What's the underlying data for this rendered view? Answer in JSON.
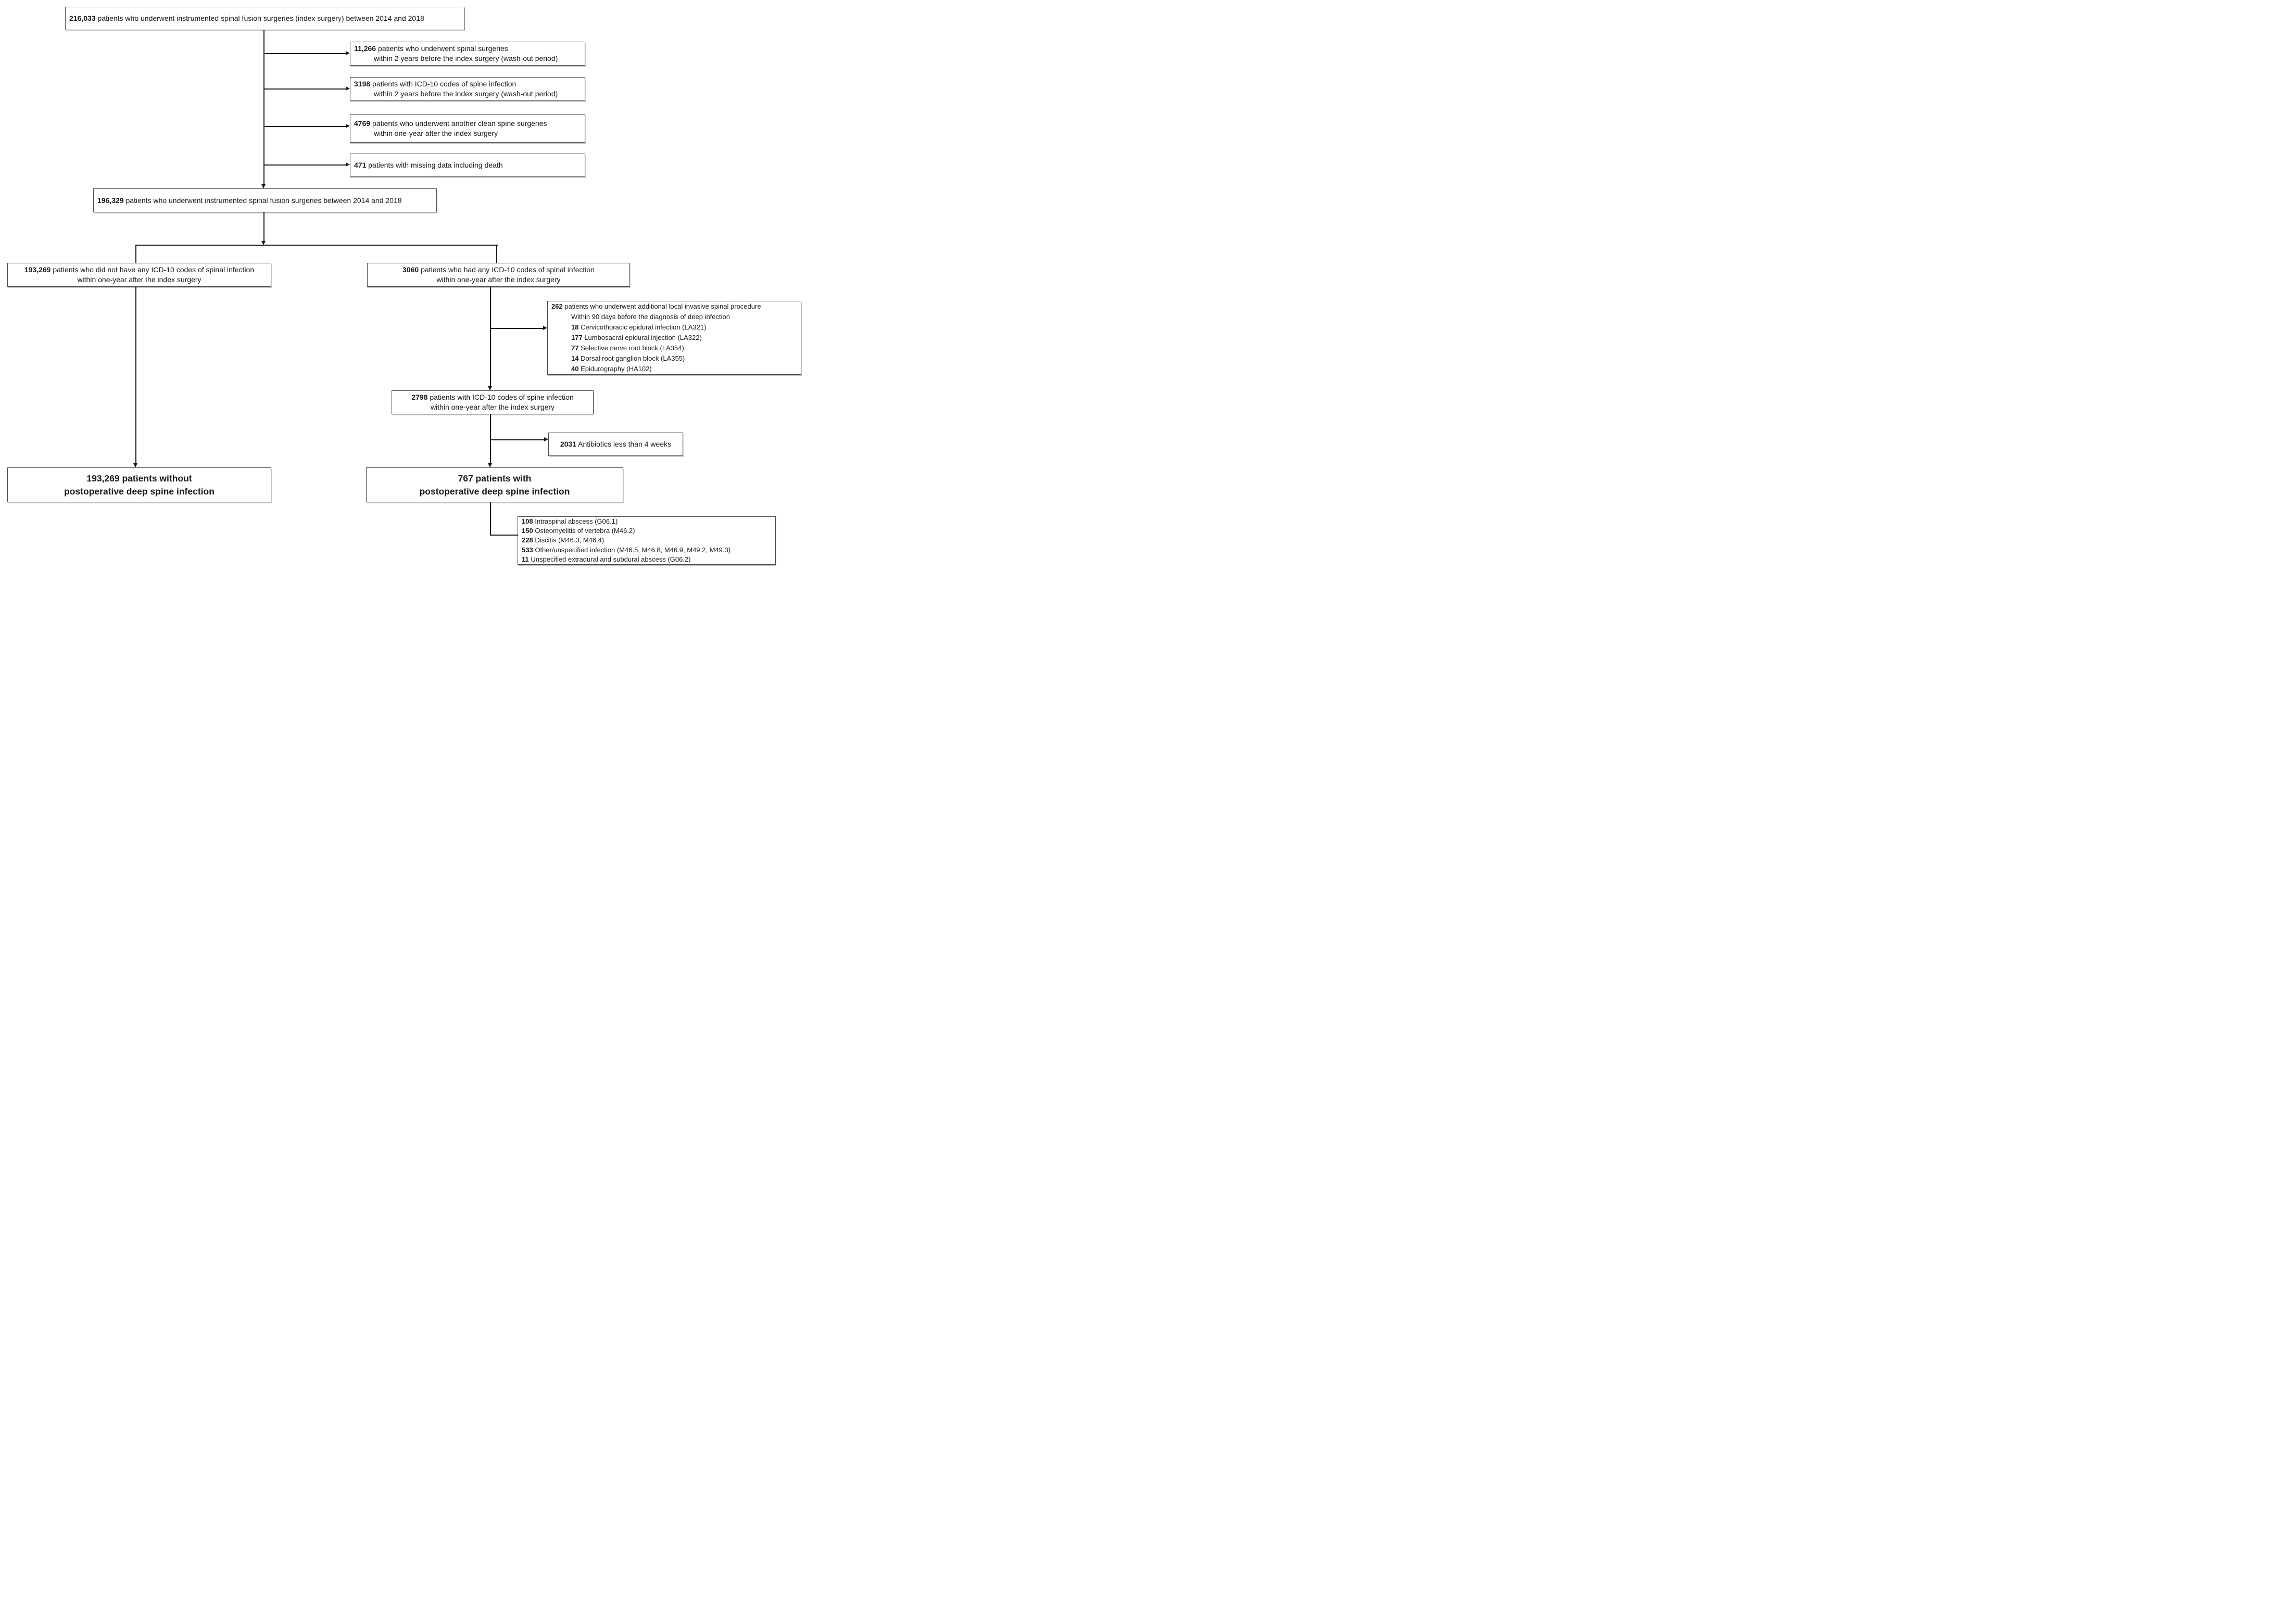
{
  "diagram": {
    "title": "Patient selection flowchart for instrumented spinal fusion surgeries 2014-2018",
    "colors": {
      "box_border": "#4a4a4a",
      "line": "#1a1a1a",
      "text": "#1a1a1a",
      "background": "#ffffff"
    },
    "boxes": {
      "top": {
        "lines": [
          {
            "b": "216,033",
            "t": " patients who underwent instrumented spinal fusion surgeries (index surgery) between 2014 and 2018"
          }
        ]
      },
      "excl1": {
        "lines": [
          {
            "b": "11,266",
            "t": " patients who underwent spinal surgeries"
          },
          {
            "b": "",
            "t": "within 2 years before the index surgery (wash-out period)"
          }
        ]
      },
      "excl2": {
        "lines": [
          {
            "b": "3198",
            "t": " patients with ICD-10 codes of spine infection"
          },
          {
            "b": "",
            "t": "within 2 years before the index surgery (wash-out period)"
          }
        ]
      },
      "excl3": {
        "lines": [
          {
            "b": "4769",
            "t": " patients who underwent another clean spine surgeries"
          },
          {
            "b": "",
            "t": "within one-year after the index surgery"
          }
        ]
      },
      "excl4": {
        "lines": [
          {
            "b": "471",
            "t": " patients with missing data including death"
          }
        ]
      },
      "mid": {
        "lines": [
          {
            "b": "196,329",
            "t": " patients who underwent instrumented spinal fusion surgeries between 2014 and 2018"
          }
        ]
      },
      "branch_left": {
        "lines": [
          {
            "b": "193,269",
            "t": " patients who did not have any ICD-10 codes of spinal infection"
          },
          {
            "b": "",
            "t": "within one-year after the index surgery"
          }
        ]
      },
      "branch_right": {
        "lines": [
          {
            "b": "3060",
            "t": " patients who had any ICD-10 codes of spinal infection"
          },
          {
            "b": "",
            "t": "within one-year after the index surgery"
          }
        ]
      },
      "invasive": {
        "lines": [
          {
            "b": "262",
            "t": " patients who underwent additional local invasive spinal procedure"
          },
          {
            "b": "",
            "t": "Within 90 days before the diagnosis of deep infection"
          },
          {
            "b": "18",
            "t": " Cervicothoracic epidural infection (LA321)"
          },
          {
            "b": "177",
            "t": " Lumbosacral epidural injection (LA322)"
          },
          {
            "b": "77",
            "t": " Selective nerve root block (LA354)"
          },
          {
            "b": "14",
            "t": " Dorsal root ganglion block (LA355)"
          },
          {
            "b": "40",
            "t": " Epidurography (HA102)"
          }
        ]
      },
      "icd2798": {
        "lines": [
          {
            "b": "2798",
            "t": " patients with ICD-10 codes of spine infection"
          },
          {
            "b": "",
            "t": "within one-year after the index surgery"
          }
        ]
      },
      "antibiotics": {
        "lines": [
          {
            "b": "2031",
            "t": " Antibiotics less than 4 weeks"
          }
        ]
      },
      "final_left": {
        "lines": [
          {
            "b": "",
            "t": "193,269 patients without"
          },
          {
            "b": "",
            "t": "postoperative deep spine infection"
          }
        ]
      },
      "final_right": {
        "lines": [
          {
            "b": "",
            "t": "767 patients with"
          },
          {
            "b": "",
            "t": "postoperative deep spine infection"
          }
        ]
      },
      "infection_types": {
        "lines": [
          {
            "b": "108",
            "t": " Intraspinal abscess (G06.1)"
          },
          {
            "b": "150",
            "t": " Osteomyelitis of vertebra (M46.2)"
          },
          {
            "b": "228",
            "t": " Discitis (M46.3, M46.4)"
          },
          {
            "b": "533",
            "t": " Other/unspecified infection (M46.5, M46.8, M46.9, M49.2, M49.3)"
          },
          {
            "b": "11",
            "t": " Unspecified extradural and subdural abscess (G06.2)"
          }
        ]
      }
    }
  }
}
